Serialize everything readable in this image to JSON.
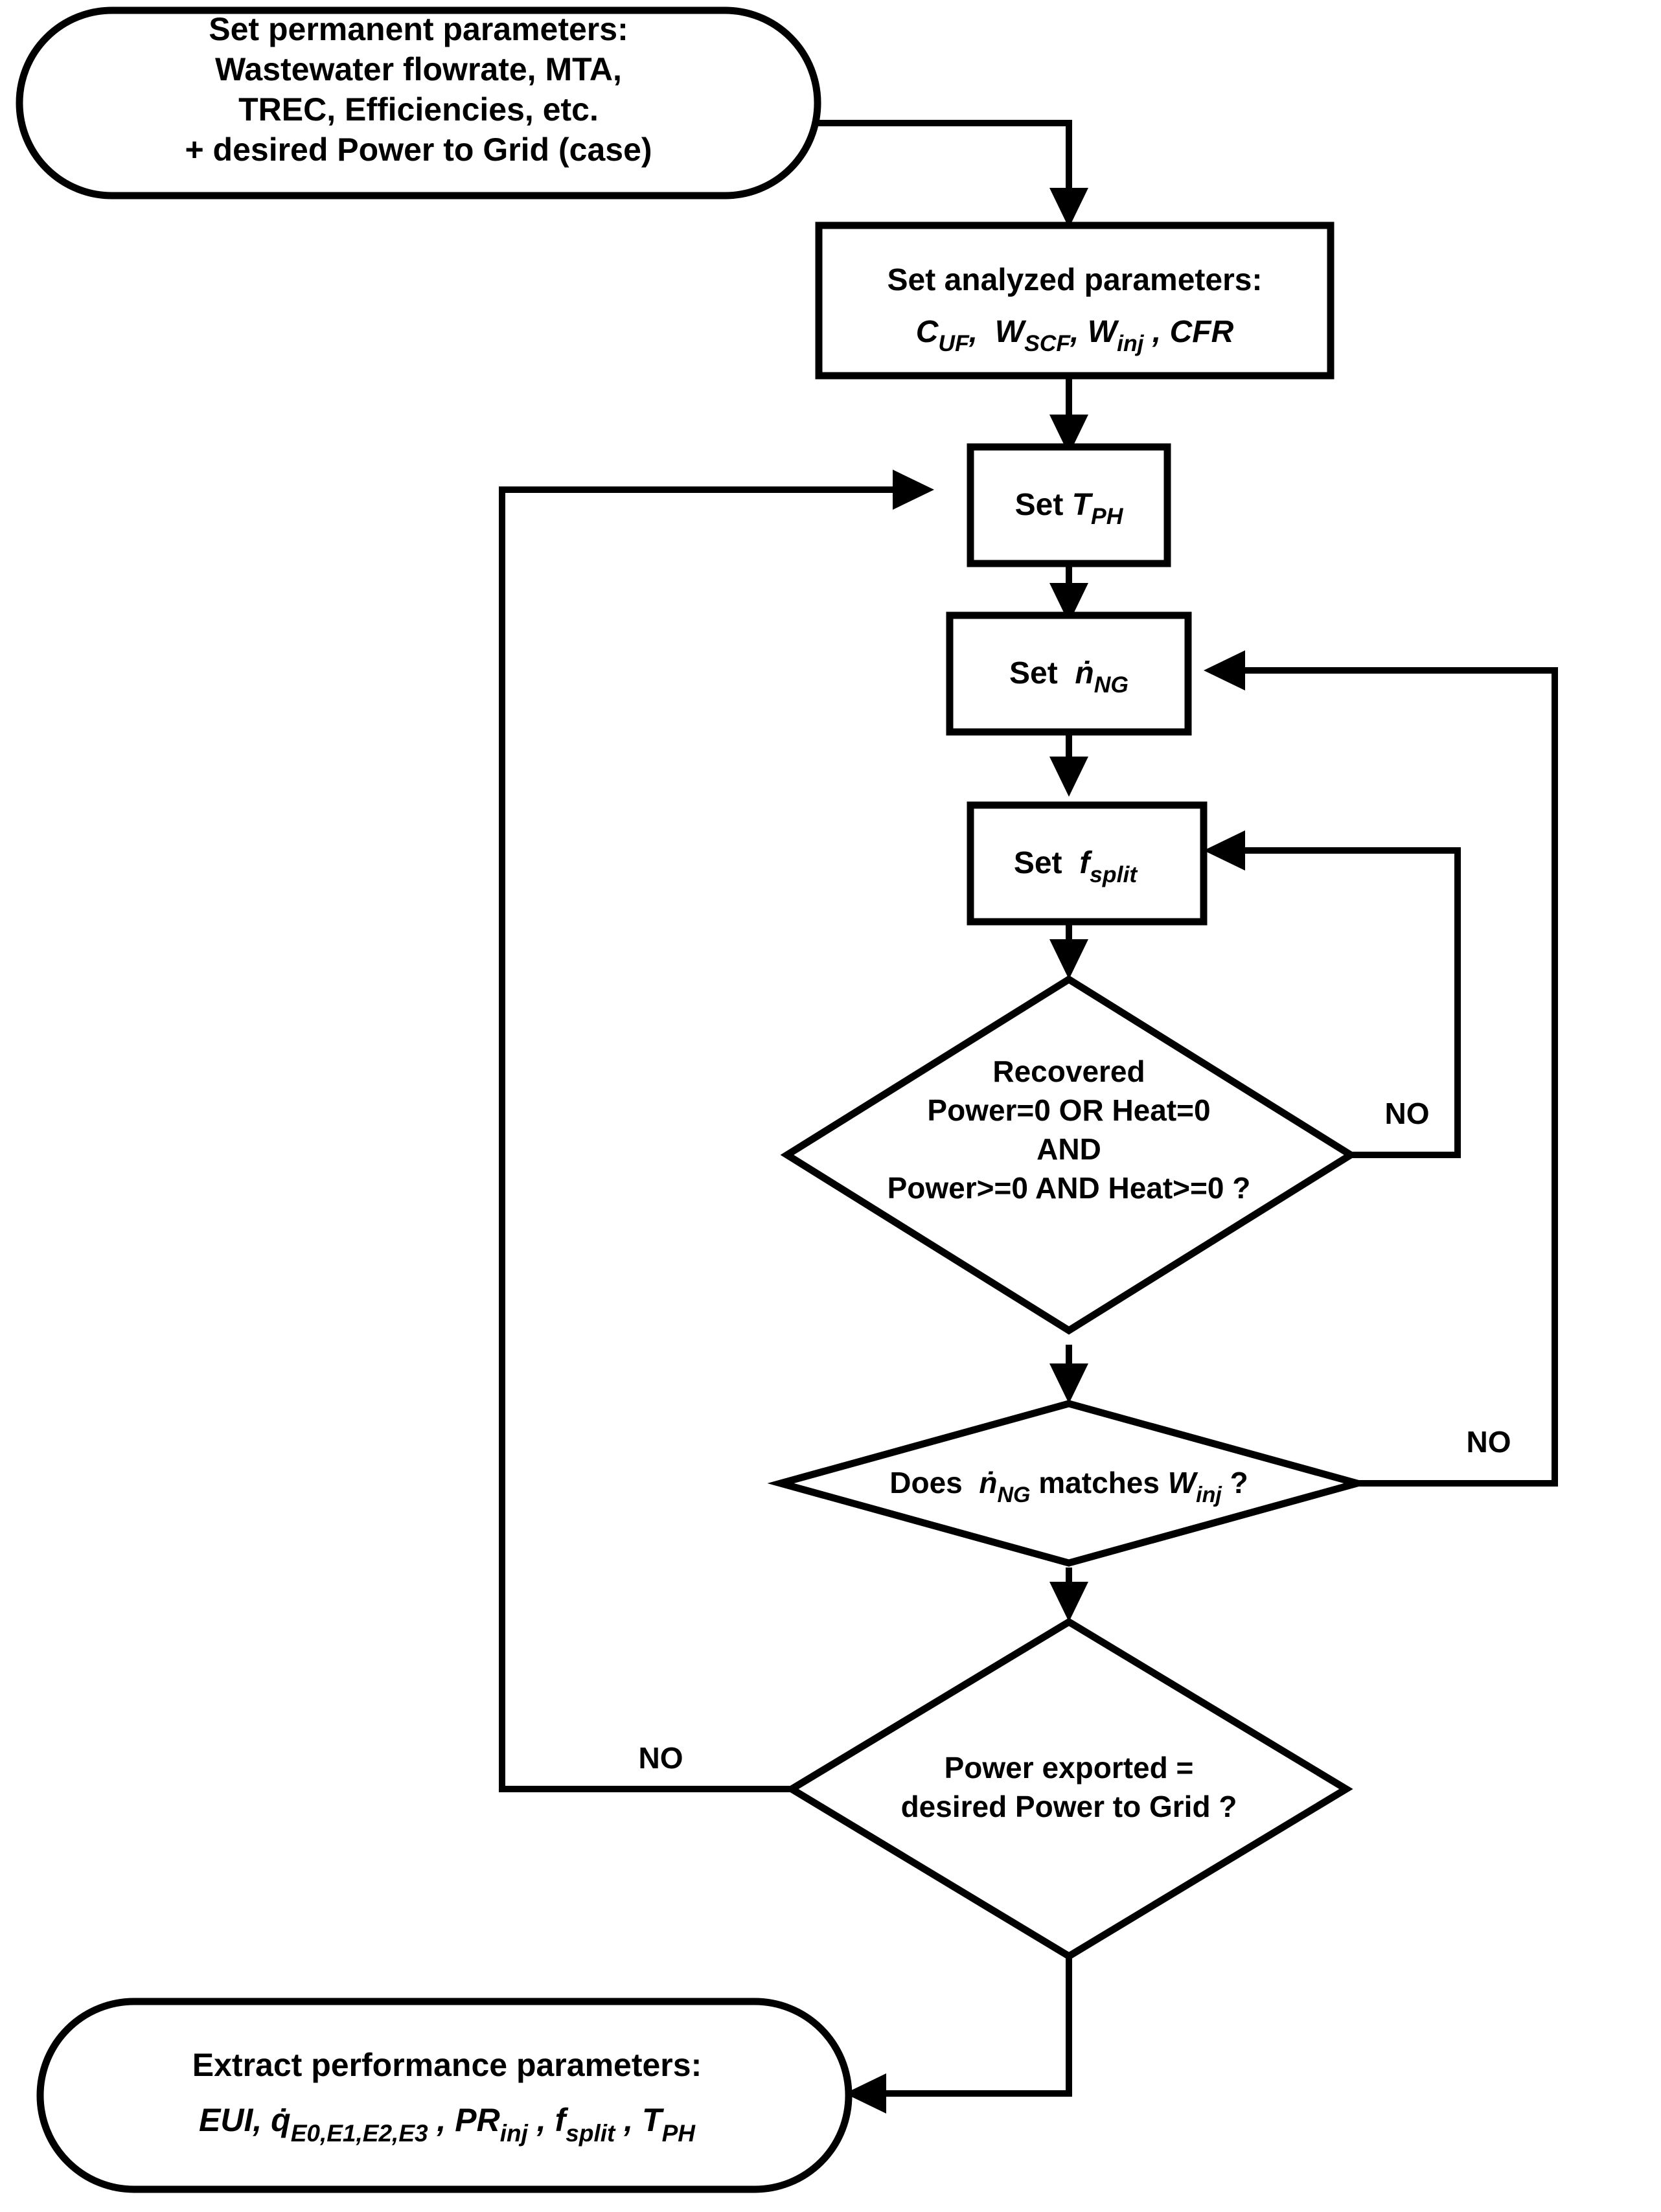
{
  "diagram": {
    "title": "Process flowchart for setting and evaluating plant parameters",
    "background_color": "#ffffff",
    "line_color": "#000000"
  },
  "nodes": {
    "start_terminator": {
      "shape": "terminator",
      "lines": [
        "Set permanent parameters:",
        "Wastewater flowrate, MTA,",
        "TREC, Efficiencies, etc.",
        "+ desired Power to Grid (case)"
      ]
    },
    "set_analyzed_parameters": {
      "shape": "process",
      "line1": "Set analyzed parameters:",
      "formula": {
        "p1_base": "C",
        "p1_sub": "UF",
        "sep1": " ,  ",
        "p2_base": "W",
        "p2_sub": "SCF",
        "sep2": " , ",
        "p3_base": "W",
        "p3_sub": "inj",
        "sep3": "  , ",
        "p4_base": "CFR"
      }
    },
    "set_tph": {
      "shape": "process",
      "label_prefix": "Set ",
      "symbol_base": "T",
      "symbol_sub": "PH"
    },
    "set_ndot_ng": {
      "shape": "process",
      "label_prefix": "Set  ",
      "symbol_base": "ṅ",
      "symbol_sub": "NG"
    },
    "set_fsplit": {
      "shape": "process",
      "label_prefix": "Set  ",
      "symbol_base": "f",
      "symbol_sub": "split"
    },
    "decision_recovered": {
      "shape": "decision",
      "lines": [
        "Recovered",
        "Power=0 OR Heat=0",
        "AND",
        "Power>=0 AND Heat>=0 ?"
      ]
    },
    "decision_ndot_matches": {
      "shape": "decision",
      "text_part1": "Does  ",
      "sym1_base": "ṅ",
      "sym1_sub": "NG",
      "text_part2": " matches ",
      "sym2_base": "W",
      "sym2_sub": "inj",
      "text_part3": " ?"
    },
    "decision_power_exported": {
      "shape": "decision",
      "lines": [
        "Power exported =",
        "desired Power to Grid ?"
      ]
    },
    "end_terminator": {
      "shape": "terminator",
      "line1": "Extract performance parameters:",
      "formula": {
        "p1": "EUI, ",
        "p2_base": "q̇",
        "p2_sub": "E0,E1,E2,E3",
        "sep2": " , ",
        "p3_base": "PR",
        "p3_sub": "inj",
        "sep3": " , ",
        "p4_base": "f",
        "p4_sub": "split",
        "sep4": " , ",
        "p5_base": "T",
        "p5_sub": "PH"
      }
    }
  },
  "edge_labels": {
    "no_recovered": "NO",
    "no_ndot": "NO",
    "no_power_exported": "NO"
  }
}
